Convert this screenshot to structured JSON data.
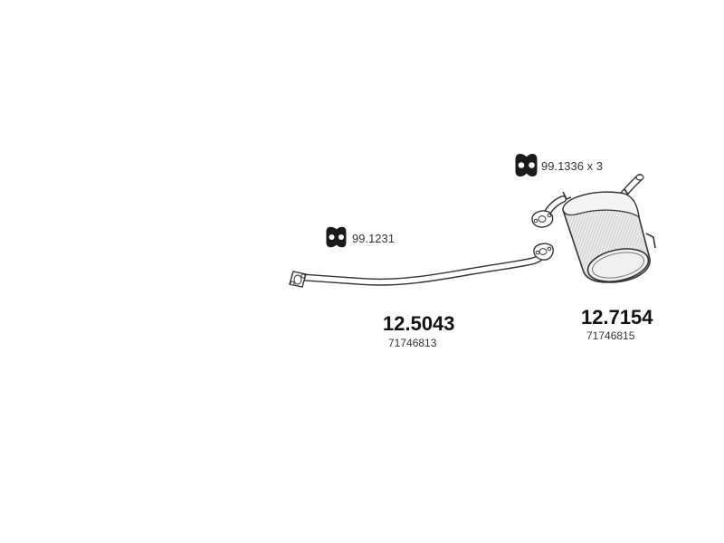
{
  "parts": {
    "clamp_small": {
      "code": "99.1231"
    },
    "clamp_large": {
      "code": "99.1336 x 3"
    },
    "pipe": {
      "code": "12.5043",
      "oem": "71746813"
    },
    "muffler": {
      "code": "12.7154",
      "oem": "71746815"
    }
  },
  "colors": {
    "line": "#333333",
    "muffler_fill": "#e6e6e6",
    "muffler_shade": "#c8c8c8"
  }
}
